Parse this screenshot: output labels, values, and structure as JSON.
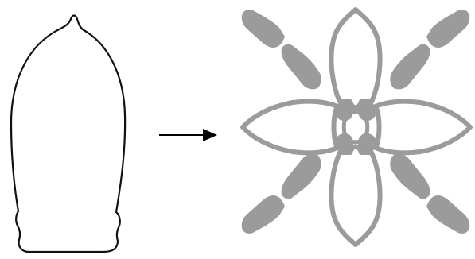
{
  "colors": {
    "background": "#ffffff",
    "outline": "#111111",
    "arrow": "#000000",
    "pattern_fill": "#9b9b9b",
    "pattern_stroke": "#8a8a8a"
  },
  "shapes": {
    "left": "single-outline-petal-shape",
    "right": "four-petal-rosette-with-diagonal-tabs",
    "connector": "right-arrow"
  }
}
